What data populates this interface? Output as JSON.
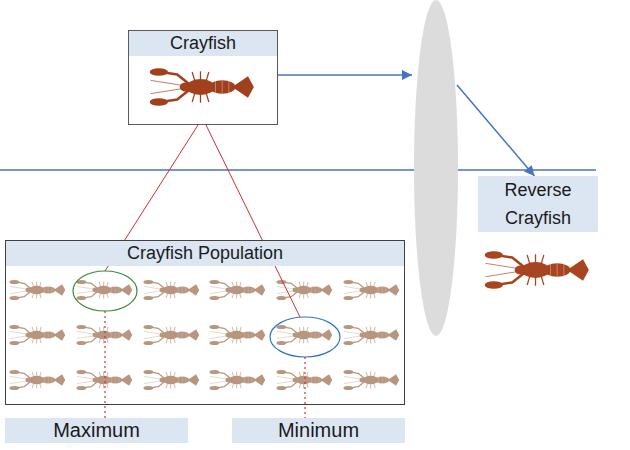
{
  "diagram": {
    "nodes": [
      {
        "text": [
          "Crayfish"
        ]
      },
      {
        "text": [
          "Reverse Crayfish"
        ]
      },
      {
        "text": [
          "Crayfish Population"
        ]
      },
      {
        "text": [
          "Maximum"
        ]
      },
      {
        "text": [
          "Minimum"
        ]
      }
    ],
    "edges": [
      {
        "from": 0,
        "to": 1,
        "arrow": "to"
      },
      {
        "from": 0,
        "to": 2,
        "arrow": "none"
      },
      {
        "from": 0,
        "to": 2,
        "arrow": "none"
      },
      {
        "from": 2,
        "to": 3,
        "arrow": "none"
      },
      {
        "from": 2,
        "to": 4,
        "arrow": "none"
      }
    ]
  }
}
